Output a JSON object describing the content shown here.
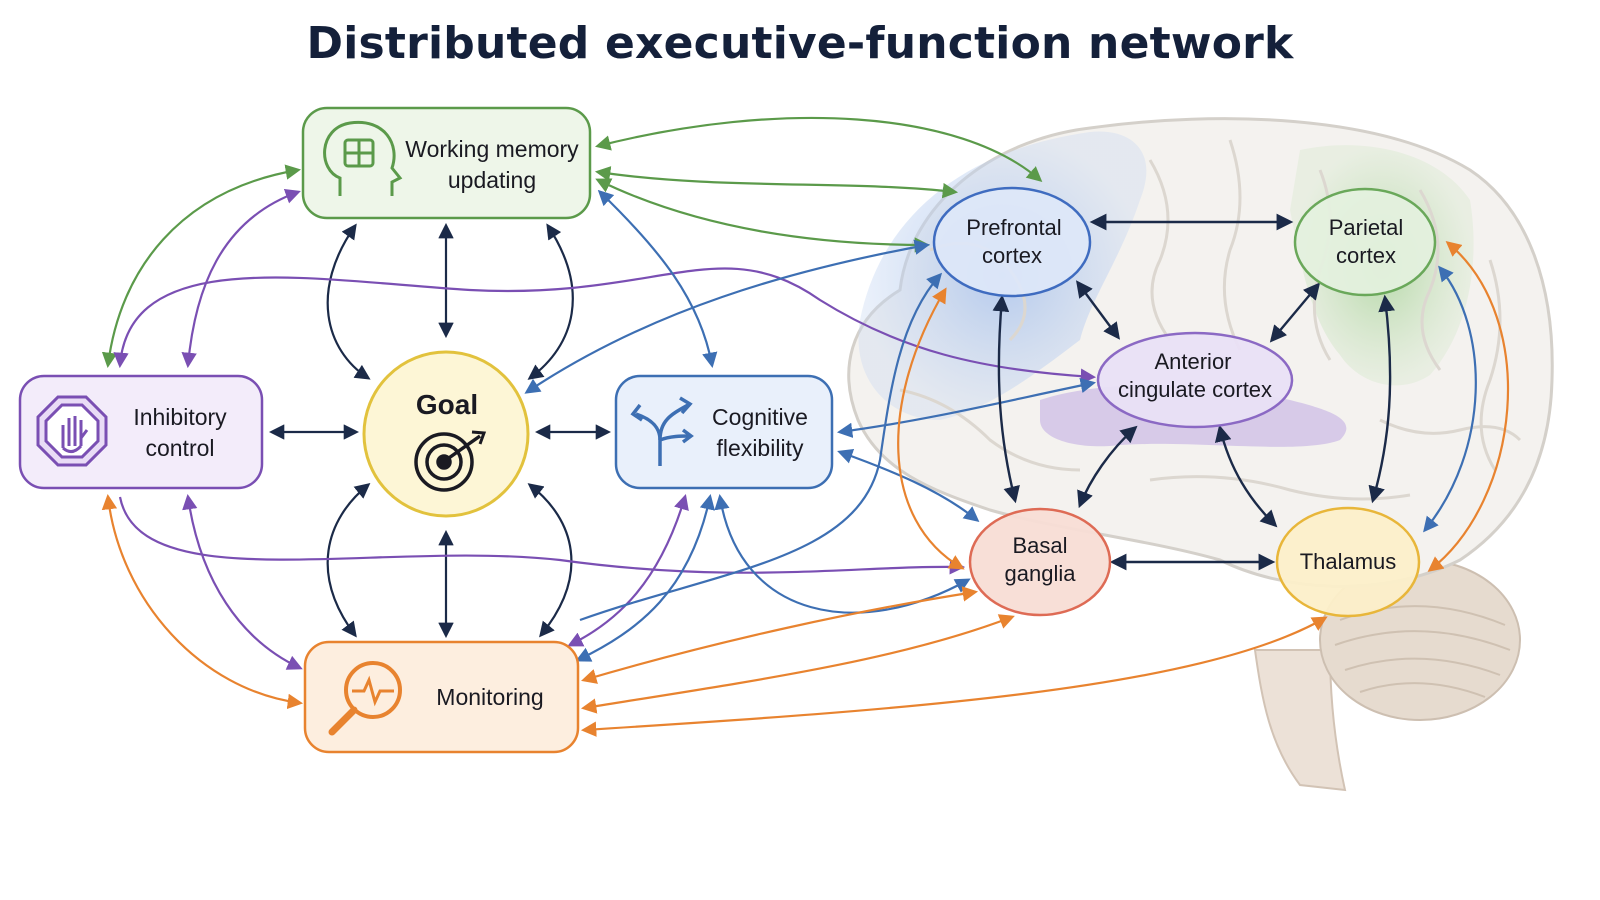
{
  "title": "Distributed executive-function network",
  "colors": {
    "working_memory": "#5b9a4a",
    "inhibitory": "#7a4fb3",
    "flexibility": "#3d6fb3",
    "monitoring": "#e8832f",
    "goal": "#e2c23d",
    "navy": "#1b2a48",
    "prefrontal": "#3f6cc0",
    "parietal": "#6aa85a",
    "acc": "#8b69c4",
    "basal": "#de6b55",
    "thalamus": "#e8b63a"
  },
  "functions": {
    "working_memory": {
      "label_1": "Working memory",
      "label_2": "updating",
      "icon": "head-grid-icon"
    },
    "inhibitory": {
      "label_1": "Inhibitory",
      "label_2": "control",
      "icon": "stop-hand-icon"
    },
    "goal": {
      "label": "Goal",
      "icon": "target-icon"
    },
    "flexibility": {
      "label_1": "Cognitive",
      "label_2": "flexibility",
      "icon": "branch-arrows-icon"
    },
    "monitoring": {
      "label": "Monitoring",
      "icon": "magnifier-pulse-icon"
    }
  },
  "regions": {
    "prefrontal": {
      "label_1": "Prefrontal",
      "label_2": "cortex"
    },
    "parietal": {
      "label_1": "Parietal",
      "label_2": "cortex"
    },
    "acc": {
      "label_1": "Anterior",
      "label_2": "cingulate cortex"
    },
    "basal": {
      "label_1": "Basal",
      "label_2": "ganglia"
    },
    "thalamus": {
      "label": "Thalamus"
    }
  }
}
